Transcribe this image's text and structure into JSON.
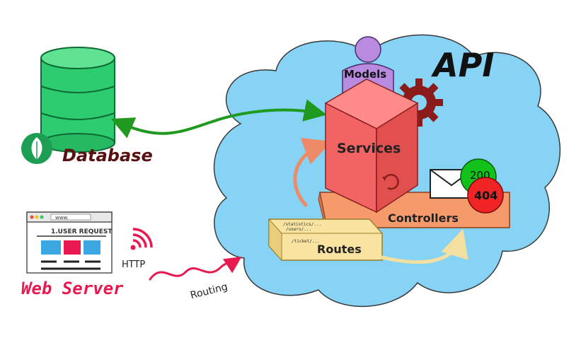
{
  "title": "API",
  "database": {
    "label": "Database",
    "color": "#2ecc71",
    "icon": "leaf-icon"
  },
  "web_server": {
    "label": "Web Server",
    "url_text": "www.",
    "request_label": "1.USER REQUEST",
    "color": "#e8194f"
  },
  "http_label": "HTTP",
  "routing_label": "Routing",
  "models_label": "Models",
  "services_label": "Services",
  "controllers_label": "Controllers",
  "routes": {
    "label": "Routes",
    "paths": [
      "/statistics/...",
      "/users/...",
      "/ticket/..."
    ]
  },
  "status_codes": {
    "ok": "200",
    "not_found": "404"
  },
  "colors": {
    "cloud": "#87d3f5",
    "services": "#f26464",
    "controllers": "#f59a6a",
    "routes": "#f8e3a0",
    "models": "#b98be0",
    "gear": "#8b1a1a"
  }
}
